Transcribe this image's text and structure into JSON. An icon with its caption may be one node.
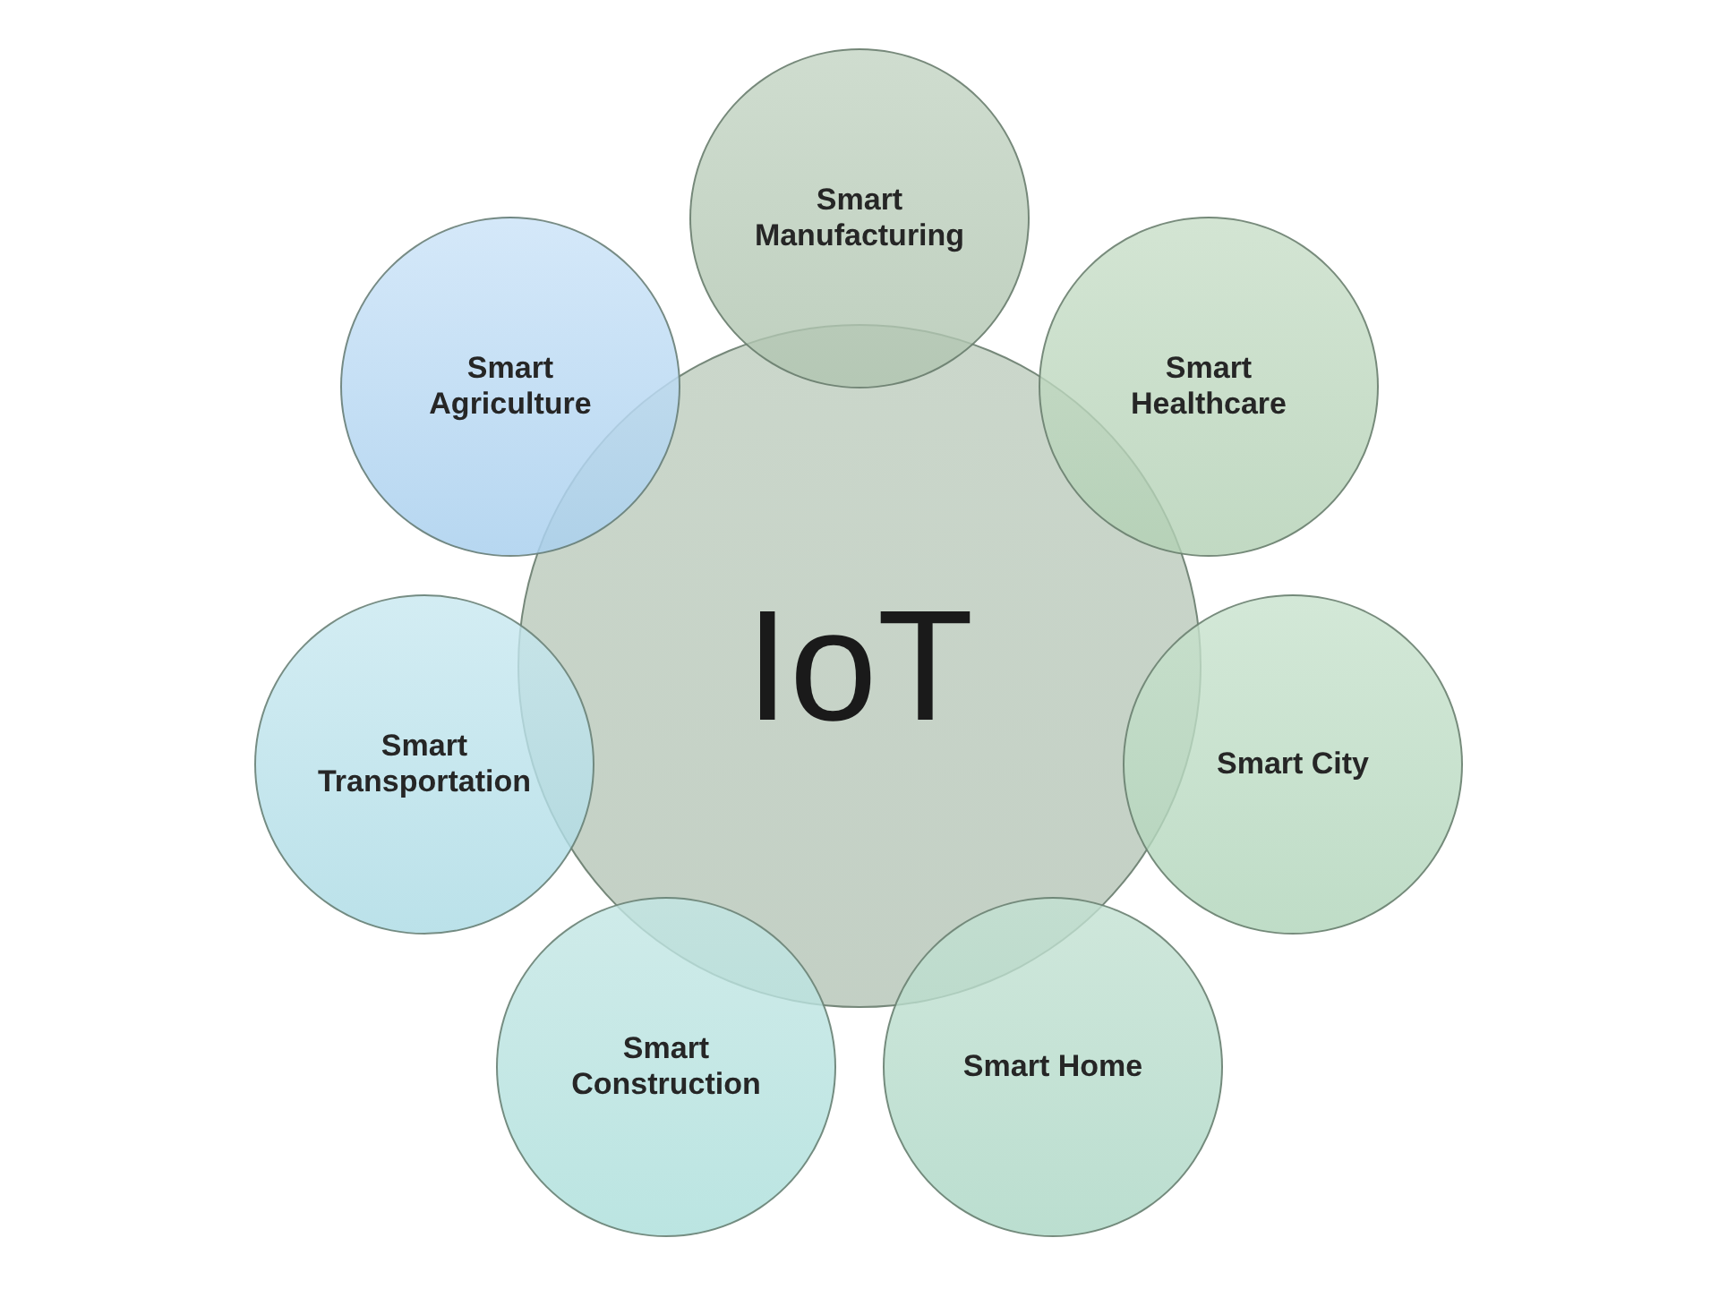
{
  "diagram": {
    "nodes": [
      {
        "text": [
          "IoT"
        ]
      },
      {
        "text": [
          "Smart Manufacturing"
        ]
      },
      {
        "text": [
          "Smart Agriculture"
        ]
      },
      {
        "text": [
          "Smart Healthcare"
        ]
      },
      {
        "text": [
          "Smart Transportation"
        ]
      },
      {
        "text": [
          "Smart City"
        ]
      },
      {
        "text": [
          "Smart Construction"
        ]
      },
      {
        "text": [
          "Smart Home"
        ]
      }
    ]
  }
}
